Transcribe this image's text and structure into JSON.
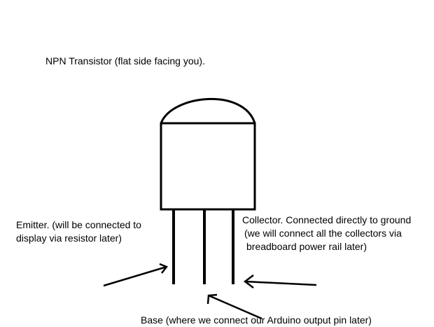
{
  "title": "NPN Transistor (flat side facing you).",
  "emitter": {
    "line1": "Emitter. (will be connected to",
    "line2": "display via resistor later)"
  },
  "collector": {
    "line1": "Collector. Connected directly to ground",
    "line2": "(we will connect all the collectors via",
    "line3": "breadboard power rail later)"
  },
  "base": {
    "line1": "Base (where we connect our Arduino output pin later)"
  }
}
